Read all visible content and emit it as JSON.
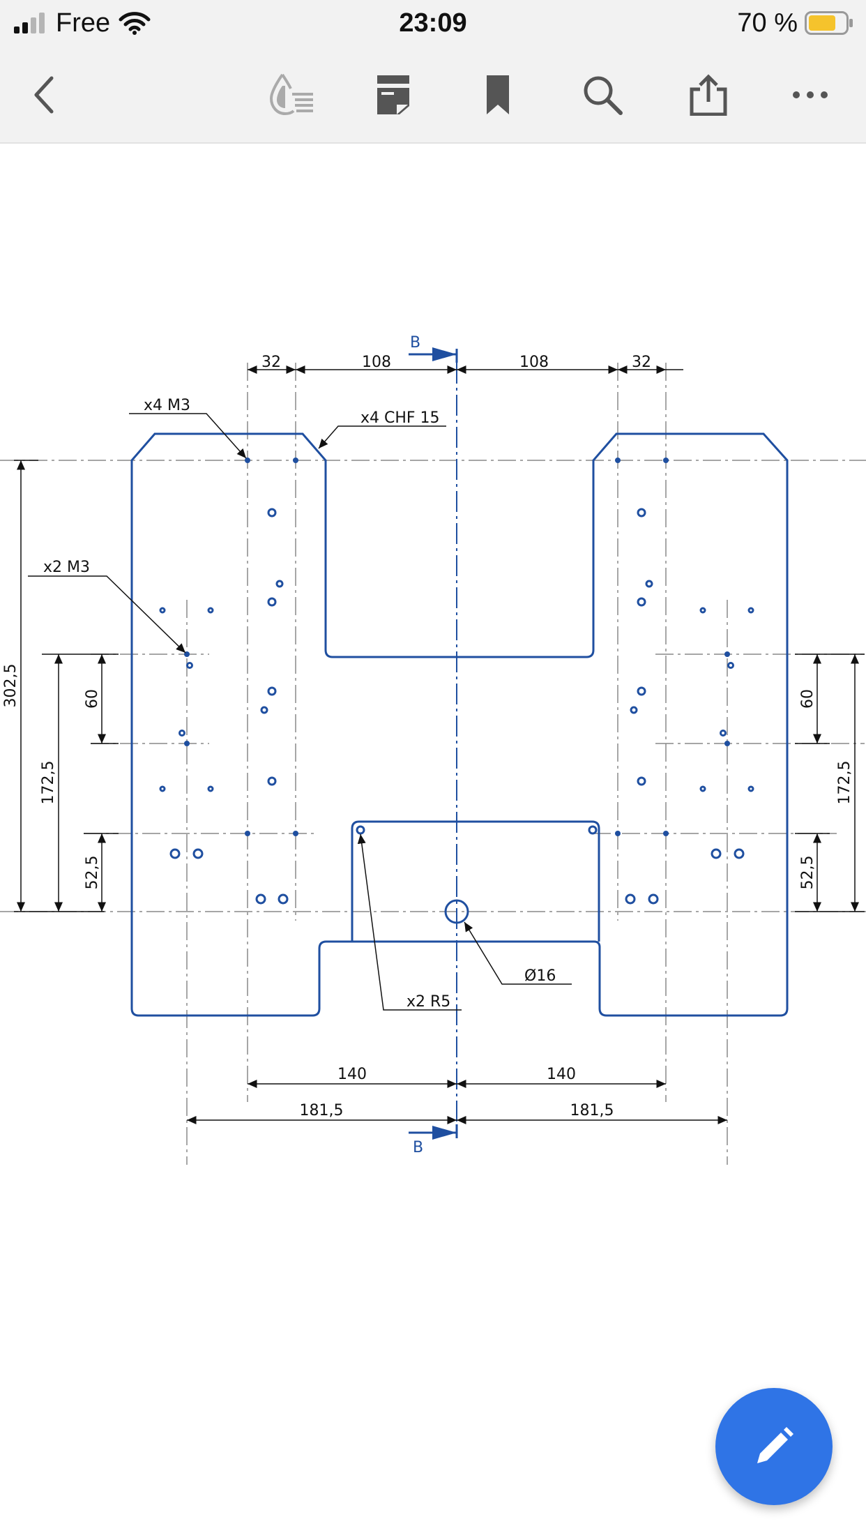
{
  "status_bar": {
    "carrier": "Free",
    "time": "23:09",
    "battery": "70 %"
  },
  "toolbar": {
    "buttons": [
      "back-icon",
      "watermark-icon",
      "page-layout-icon",
      "bookmark-icon",
      "search-icon",
      "share-icon",
      "more-icon"
    ]
  },
  "drawing": {
    "section_mark": "B",
    "dims_top": [
      "32",
      "108",
      "108",
      "32"
    ],
    "callout_m3_top": "x4 M3",
    "callout_chf": "x4 CHF 15",
    "callout_m3_side": "x2 M3",
    "dims_left": [
      "302,5",
      "172,5",
      "60",
      "52,5"
    ],
    "dims_right": [
      "60",
      "172,5",
      "52,5"
    ],
    "callout_r5": "x2 R5",
    "callout_dia": "Ø16",
    "dims_bottom": [
      "140",
      "140",
      "181,5",
      "181,5"
    ]
  },
  "colors": {
    "part_outline": "#1f4fa0",
    "fab": "#2f74e6"
  },
  "fab": {
    "icon": "pencil-icon"
  }
}
